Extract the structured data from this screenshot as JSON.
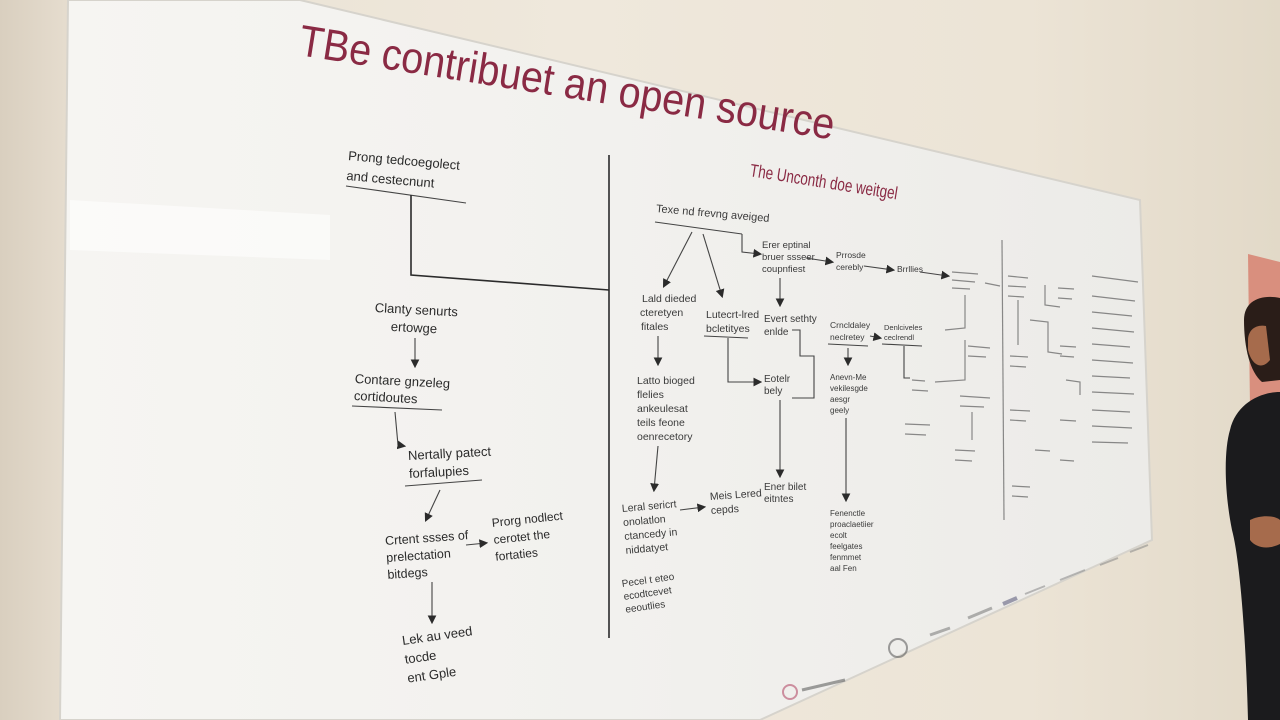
{
  "board": {
    "title": "TBe contribuet an open source",
    "right_heading": "The Unconth doe weitgel"
  },
  "left_flow": {
    "top_box": [
      "Prong tedcoegolect",
      "and cestecnunt"
    ],
    "step1": [
      "Clanty senurts",
      "ertowge"
    ],
    "step2": [
      "Contare gnzeleg",
      "cortidoutes"
    ],
    "step3": [
      "Nertally patect",
      "forfalupies"
    ],
    "step4": [
      "Crtent ssses of",
      "prelectation",
      "bitdegs"
    ],
    "step4_side": [
      "Prorg nodlect",
      "cerotet the",
      "fortaties"
    ],
    "step5": [
      "Lek au veed",
      "tocde",
      "ent Gple"
    ]
  },
  "middle_flow": {
    "header": "Texe nd frevng aveiged",
    "col1_a": [
      "Lald dieded",
      "cteretyen",
      "fitales"
    ],
    "col1_b": [
      "Latto bioged",
      "flelies",
      "ankeulesat",
      "teils feone",
      "oenrecetory"
    ],
    "col1_c": [
      "Leral sericrt",
      "onolatlon",
      "ctancedy in",
      "niddatyet"
    ],
    "col1_d": [
      "Pecel t eteo",
      "ecodtcevet",
      "eeoutlies"
    ],
    "col2_a": [
      "Lutecrt-lred",
      "bcletityes"
    ],
    "col2_b": [
      "Meis Lered",
      "cepds"
    ],
    "col3_a": [
      "Erer eptinal",
      "bruer ssseer",
      "coupnfiest"
    ],
    "col3_b": [
      "Evert sethty",
      "enlde"
    ],
    "col3_c": [
      "Eotelr",
      "bely"
    ],
    "col3_d": [
      "Ener bilet",
      "eitntes"
    ],
    "col4_a": [
      "Prrosde",
      "cerebly"
    ],
    "col4_b": [
      "Crncldaley",
      "neclretey"
    ],
    "col4_c": [
      "Anevn-Me",
      "vekilesgde",
      "aesgr",
      "geely"
    ],
    "col4_d": [
      "Fenenctle",
      "proaclaetiier",
      "ecolt",
      "feelgates",
      "fenmmet",
      "aal Fen"
    ],
    "col5_a": "Brrllies",
    "col5_b": [
      "Denlciveles",
      "ceclrendl"
    ]
  }
}
